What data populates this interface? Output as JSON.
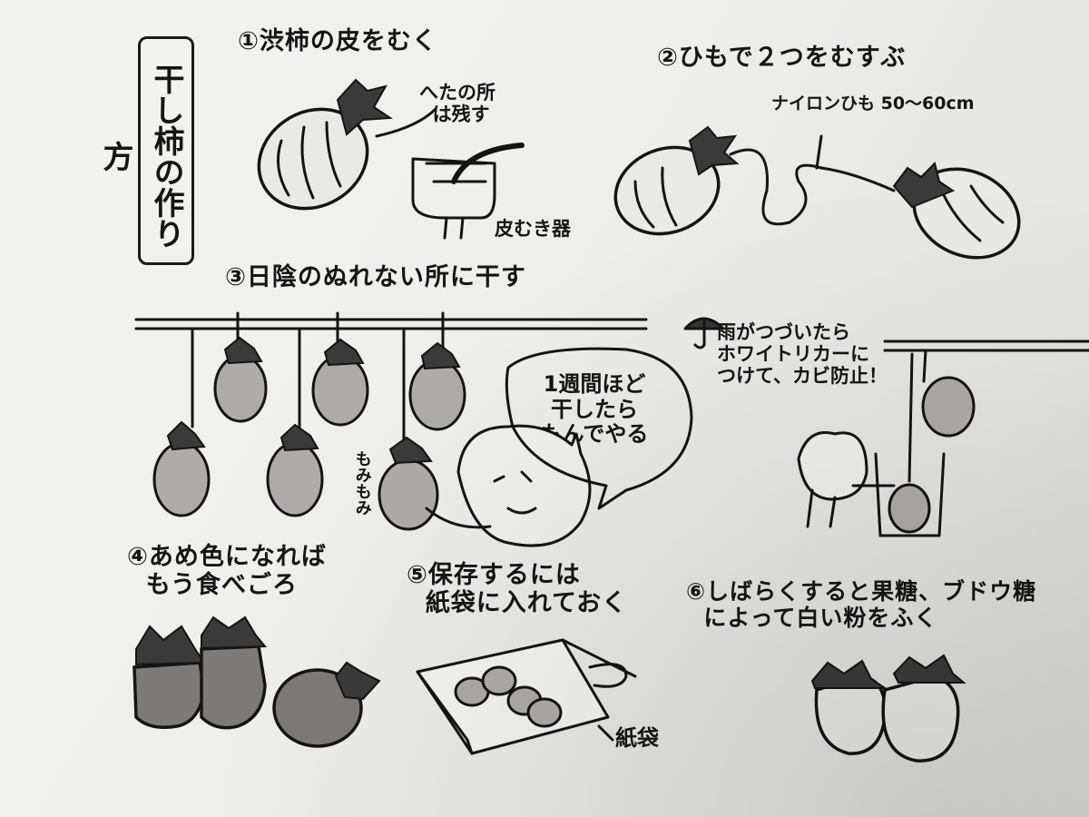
{
  "title": "干し柿の作り方",
  "steps": {
    "s1": "①渋柿の皮をむく",
    "s1_note1": "へたの所\n  は残す",
    "s1_note2": "皮むき器",
    "s2": "②ひもで２つをむすぶ",
    "s2_note": "ナイロンひも 50〜60cm",
    "s3": "③日陰のぬれない所に干す",
    "s3_bubble": "1週間ほど\n干したら\nもんでやる",
    "s3_massage": "もみもみ",
    "s3_rain": "雨がつづいたら\nホワイトリカーに\nつけて、カビ防止！",
    "s4": "④あめ色になれば\n  もう食べごろ",
    "s5": "⑤保存するには\n  紙袋に入れておく",
    "s5_note": "紙袋",
    "s6": "⑥しばらくすると果糖、ブドウ糖\n  によって白い粉をふく"
  },
  "colors": {
    "paper": "#efefed",
    "ink": "#151515"
  },
  "icons": [
    "persimmon-icon",
    "peeler-icon",
    "umbrella-icon",
    "cat-icon",
    "glass-icon",
    "paper-bag-icon"
  ]
}
